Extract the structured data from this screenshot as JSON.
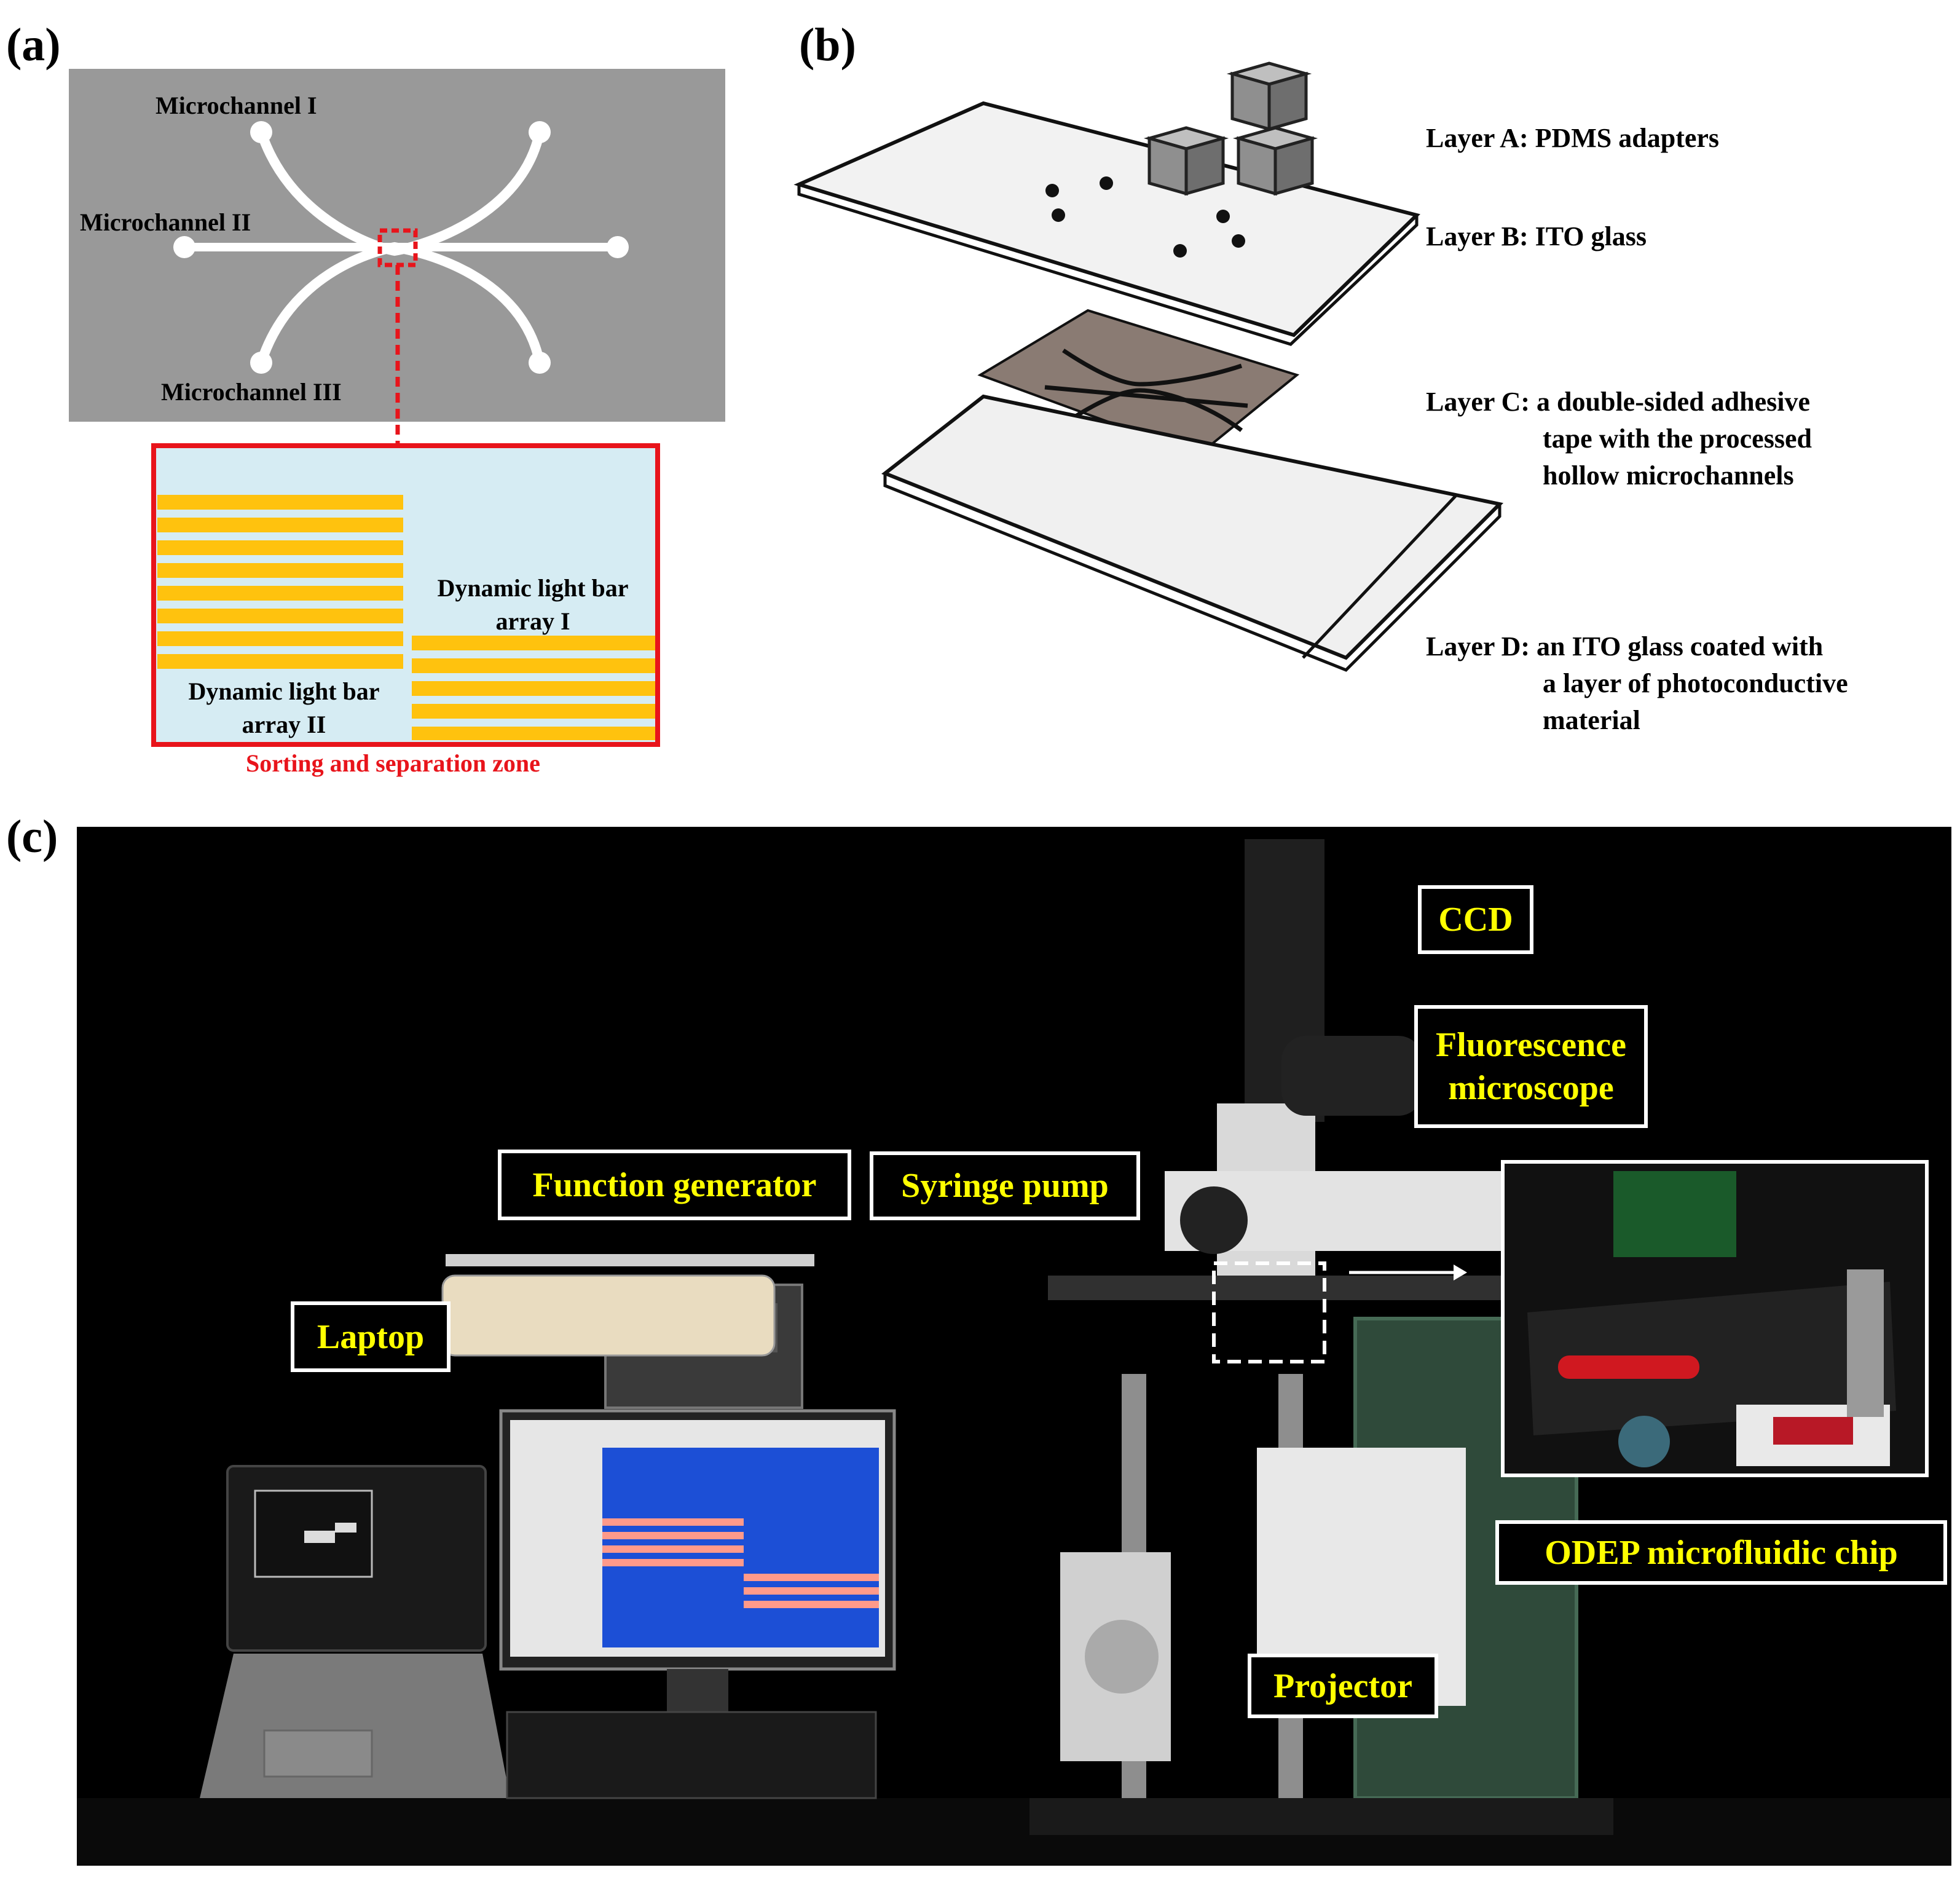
{
  "panel_a": {
    "label": "(a)",
    "microchannel_1": "Microchannel I",
    "microchannel_2": "Microchannel II",
    "microchannel_3": "Microchannel III",
    "array_1_line1": "Dynamic light bar",
    "array_1_line2": "array I",
    "array_2_line1": "Dynamic light bar",
    "array_2_line2": "array II",
    "zone_caption": "Sorting and separation zone",
    "colors": {
      "chip": "#999999",
      "channel": "#ffffff",
      "zone_bg": "#d6ecf3",
      "bars": "#ffc20e",
      "highlight": "#e8141b"
    }
  },
  "panel_b": {
    "label": "(b)",
    "layer_a": "Layer A: PDMS adapters",
    "layer_b": "Layer B: ITO glass",
    "layer_c_line1": "Layer C:  a double-sided adhesive",
    "layer_c_line2": "tape with the processed",
    "layer_c_line3": "hollow microchannels",
    "layer_d_line1": "Layer D:  an ITO glass coated with",
    "layer_d_line2": "a layer of photoconductive",
    "layer_d_line3": "material",
    "colors": {
      "tape": "#8a7b73",
      "glass": "#f2f2f2"
    }
  },
  "panel_c": {
    "label": "(c)",
    "ccd": "CCD",
    "fluorescence_line1": "Fluorescence",
    "fluorescence_line2": "microscope",
    "function_generator": "Function generator",
    "syringe_pump": "Syringe pump",
    "laptop": "Laptop",
    "projector": "Projector",
    "odep_chip": "ODEP microfluidic chip",
    "colors": {
      "label_text": "#ffff00",
      "background": "#000000"
    }
  }
}
